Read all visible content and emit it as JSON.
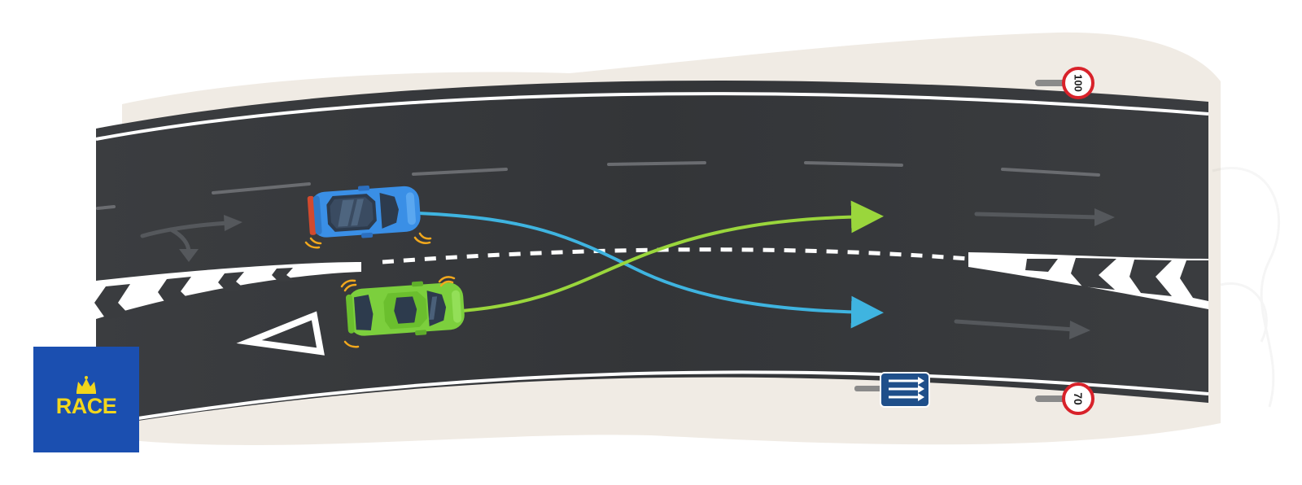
{
  "logo": {
    "text": "RACE"
  },
  "signs": {
    "upper_speed_limit": "100",
    "lower_speed_limit": "70",
    "lane_sign_icon": "lanes-merge-arrows-icon"
  },
  "colors": {
    "road": "#3a3c3f",
    "verge": "#f0ebe4",
    "blue_car": "#3a8fe6",
    "green_car": "#7ccf3d",
    "blue_path": "#3fb4e0",
    "green_path": "#9ad63c",
    "logo_bg": "#1b4fb0",
    "logo_text": "#f2d61c",
    "sign_ring": "#d8222a"
  }
}
